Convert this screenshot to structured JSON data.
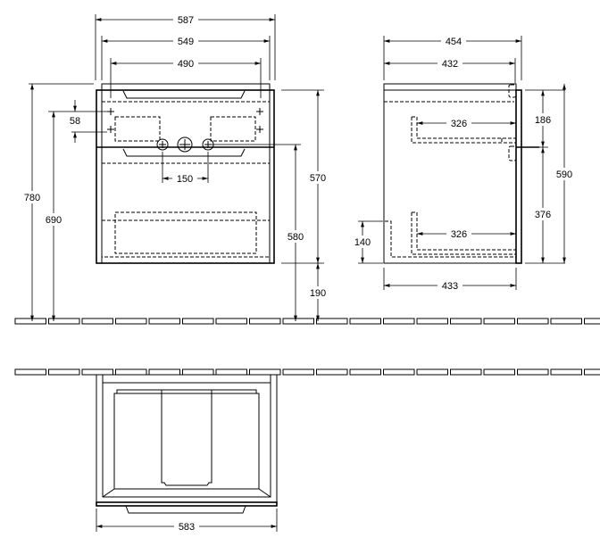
{
  "front_view": {
    "width_overall": "587",
    "width_top": "549",
    "width_holes": "490",
    "hole_spacing_vertical": "58",
    "tap_spacing": "150",
    "height_total": "780",
    "height_holes": "690",
    "height_cabinet": "570",
    "height_outlet": "580",
    "floor_clearance": "190"
  },
  "side_view": {
    "depth_overall": "454",
    "depth_top": "432",
    "depth_body": "433",
    "drawer_depth_upper": "326",
    "drawer_depth_lower": "326",
    "upper_front_height": "186",
    "lower_front_height": "376",
    "height_total": "590",
    "plinth_height": "140"
  },
  "plan_view": {
    "width": "583"
  }
}
